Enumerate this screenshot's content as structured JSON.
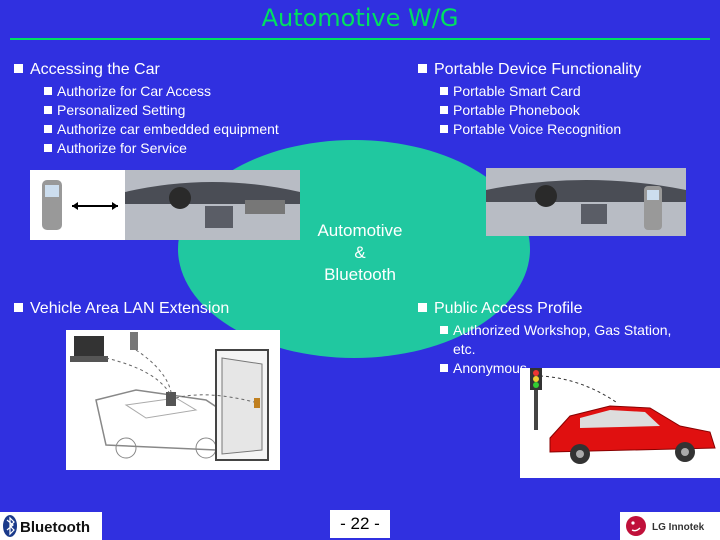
{
  "slide": {
    "title": "Automotive W/G",
    "page_number": "- 22 -",
    "center": {
      "line1": "Automotive",
      "line2": "&",
      "line3": "Bluetooth"
    }
  },
  "sections": {
    "accessing": {
      "heading": "Accessing the Car",
      "items": [
        "Authorize for Car Access",
        "Personalized Setting",
        "Authorize car embedded equipment",
        "Authorize for Service"
      ]
    },
    "portable": {
      "heading": "Portable Device Functionality",
      "items": [
        "Portable Smart Card",
        "Portable Phonebook",
        "Portable Voice Recognition"
      ]
    },
    "vehicle_lan": {
      "heading": "Vehicle Area LAN Extension"
    },
    "public_access": {
      "heading": "Public Access Profile",
      "items": [
        "Authorized Workshop, Gas Station,",
        "etc.",
        "Anonymous"
      ]
    }
  },
  "logos": {
    "left": "Bluetooth",
    "right": "LG Innotek"
  },
  "colors": {
    "background": "#3030e0",
    "title": "#00e060",
    "ellipse": "#20c8a0"
  }
}
